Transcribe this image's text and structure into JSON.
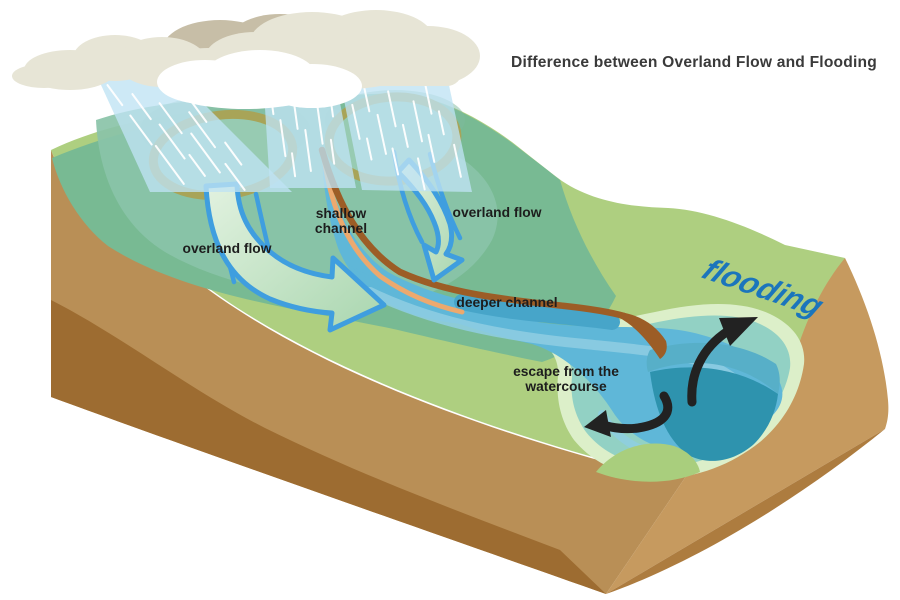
{
  "title": "Difference between Overland Flow and Flooding",
  "labels": {
    "overland_flow_left": "overland flow",
    "overland_flow_right": "overland flow",
    "shallow_channel": [
      "shallow",
      "channel"
    ],
    "deeper_channel": "deeper channel",
    "escape_from_watercourse": [
      "escape from the",
      "watercourse"
    ],
    "flooding": "flooding"
  },
  "colors": {
    "background": "#ffffff",
    "title_text": "#3a3a3a",
    "label_text": "#1d1d1d",
    "flooding_text": "#1b75bc",
    "hill_light_green": "#aecf80",
    "hill_sea_green": "#78ba93",
    "wet_spread_teal": "#8ac3a8",
    "puddle_fill": "#97cbb2",
    "puddle_rim_olive": "#a8a458",
    "channel_blue": "#5fb7d8",
    "channel_light_blue": "#8fcee3",
    "channel_dark_blue": "#47a5c9",
    "waterfall_dark_teal": "#2e93ae",
    "flood_teal": "#92d1c4",
    "flood_fringe_pale": "#dcefc9",
    "bank_line_brown": "#9c5d26",
    "bank_line_orange": "#eca96e",
    "soil_light_brown": "#b98f56",
    "soil_dark_brown": "#9d6c31",
    "cliff_light": "#c69a5f",
    "cliff_dark": "#ad7c3f",
    "cloud_beige": "#e7e5d6",
    "cloud_taupe": "#c7bea7",
    "cloud_white": "#ffffff",
    "rain_blue": "#bfe3f3",
    "arrow_fill_light": "#dff1de",
    "arrow_fill_dark": "#a9d6af",
    "arrow_outline_blue": "#3f9edf",
    "black_arrow": "#222222"
  }
}
